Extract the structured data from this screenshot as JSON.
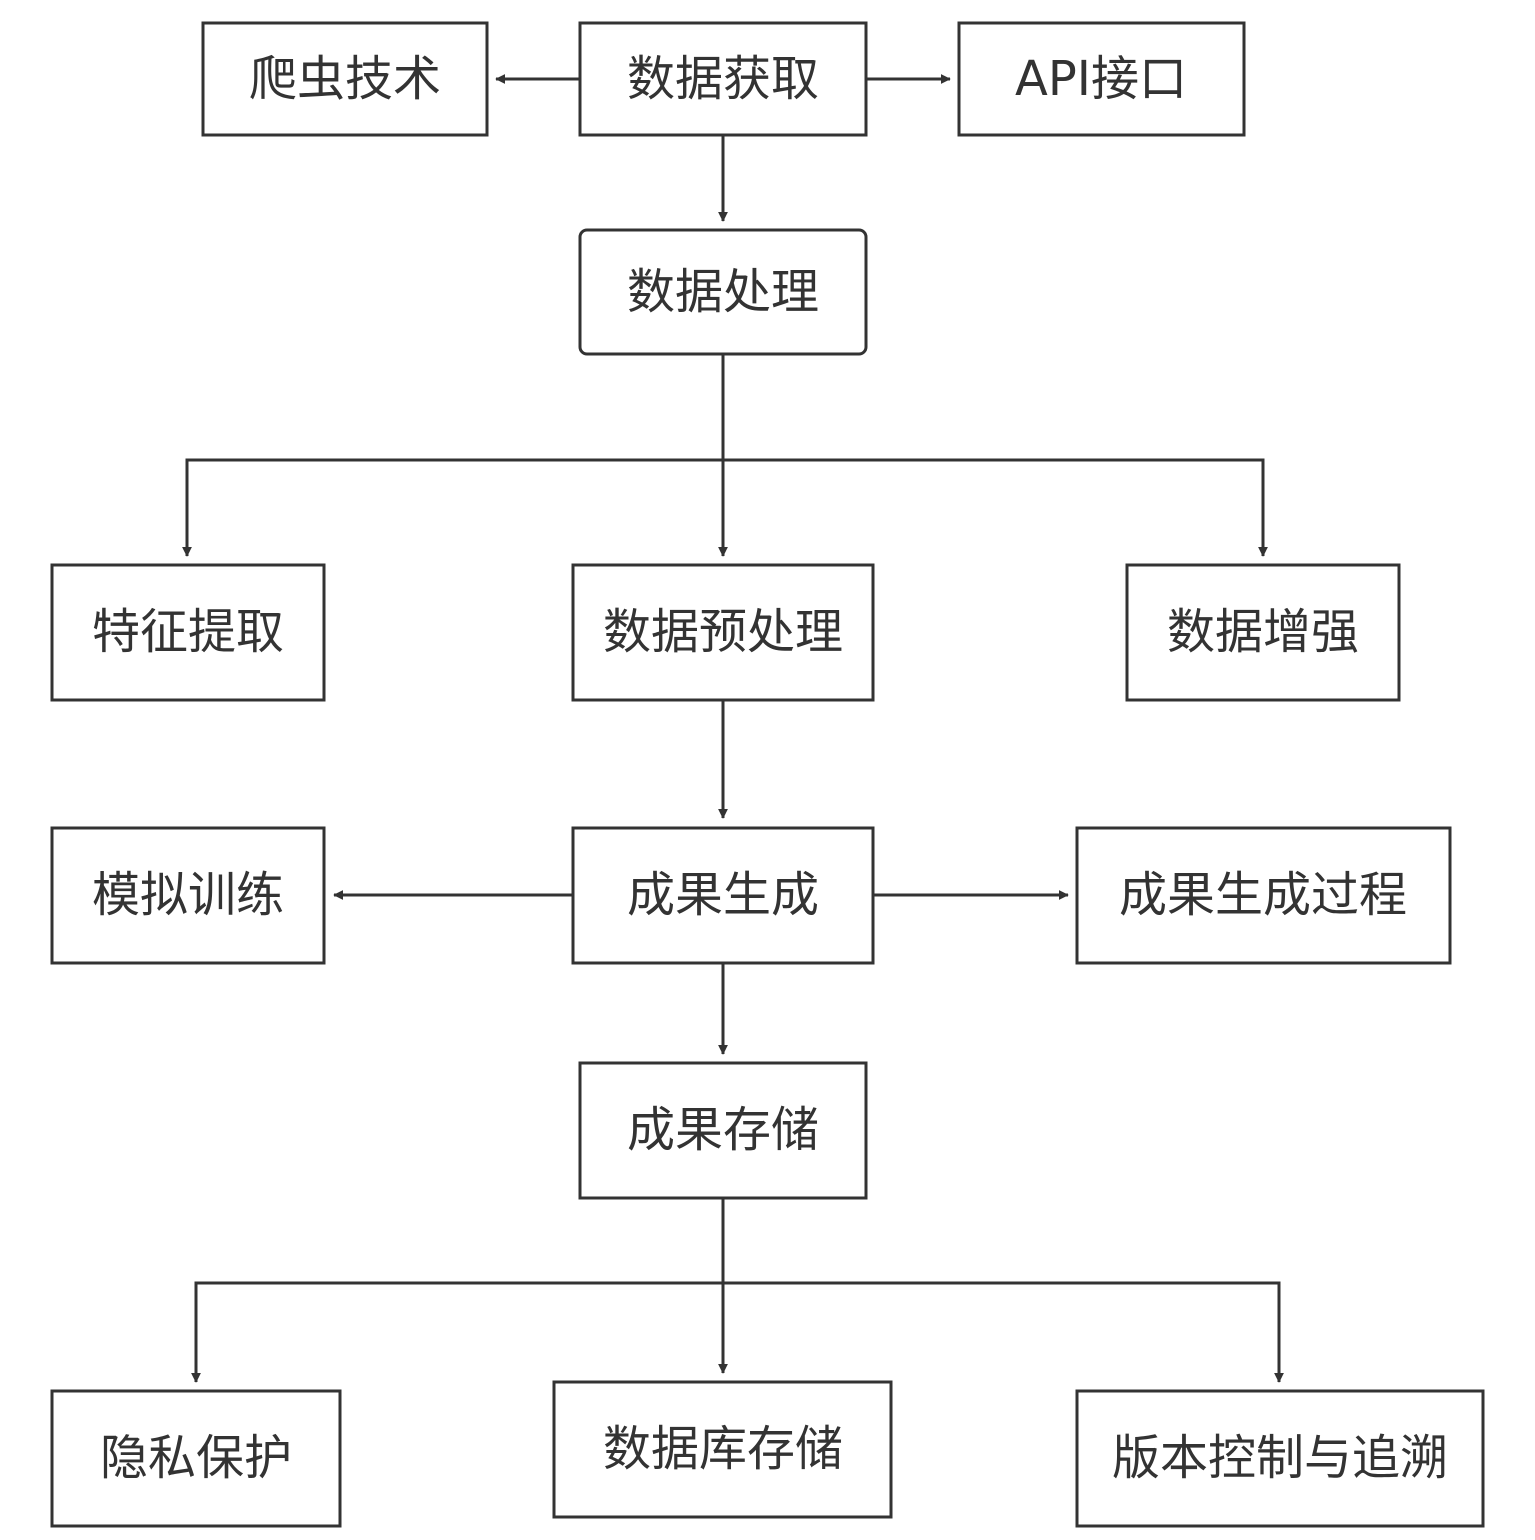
{
  "diagram": {
    "nodes": {
      "acquire": "数据获取",
      "crawler": "爬虫技术",
      "api": "API接口",
      "process": "数据处理",
      "feature": "特征提取",
      "preprocess": "数据预处理",
      "augment": "数据增强",
      "generate": "成果生成",
      "simulate": "模拟训练",
      "gen_process": "成果生成过程",
      "store": "成果存储",
      "privacy": "隐私保护",
      "db_store": "数据库存储",
      "versioning": "版本控制与追溯"
    },
    "edges": [
      {
        "from": "acquire",
        "to": "crawler"
      },
      {
        "from": "acquire",
        "to": "api"
      },
      {
        "from": "acquire",
        "to": "process"
      },
      {
        "from": "process",
        "to": "feature"
      },
      {
        "from": "process",
        "to": "preprocess"
      },
      {
        "from": "process",
        "to": "augment"
      },
      {
        "from": "preprocess",
        "to": "generate"
      },
      {
        "from": "generate",
        "to": "simulate"
      },
      {
        "from": "generate",
        "to": "gen_process"
      },
      {
        "from": "generate",
        "to": "store"
      },
      {
        "from": "store",
        "to": "privacy"
      },
      {
        "from": "store",
        "to": "db_store"
      },
      {
        "from": "store",
        "to": "versioning"
      }
    ],
    "colors": {
      "stroke": "#333333",
      "text": "#333333",
      "background": "#ffffff"
    }
  }
}
